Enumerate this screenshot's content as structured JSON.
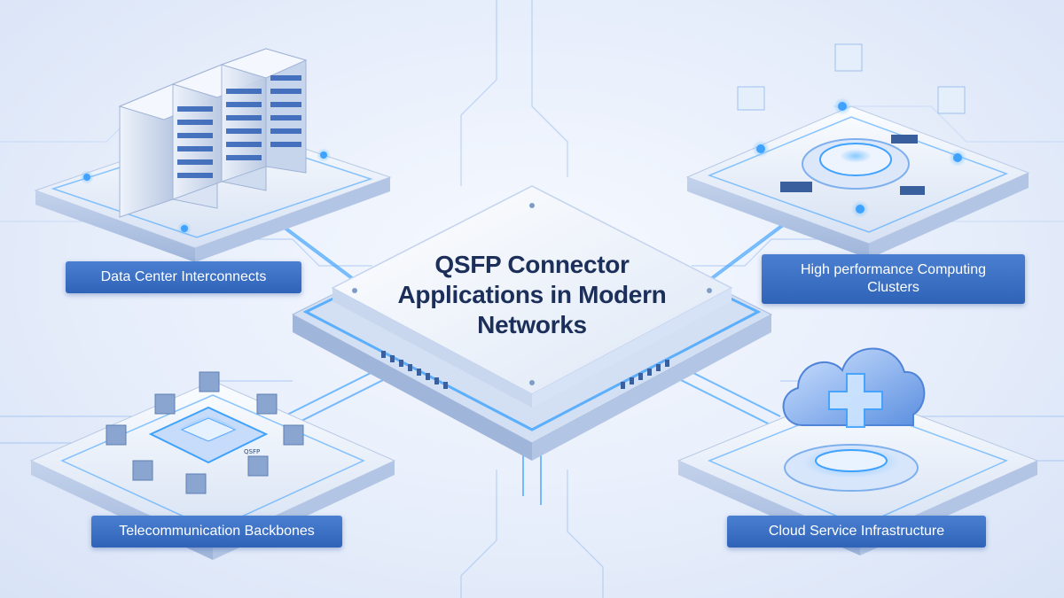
{
  "title": {
    "line1": "QSFP Connector",
    "line2": "Applications in Modern",
    "line3": "Networks"
  },
  "labels": {
    "data_center": "Data Center Interconnects",
    "hpc_line1": "High performance Computing",
    "hpc_line2": "Clusters",
    "telecom": "Telecommunication Backbones",
    "cloud": "Cloud Service Infrastructure"
  },
  "device_text": {
    "chip_marking": "QSFP"
  },
  "icons": [
    "server-rack-icon",
    "circuit-board-icon",
    "network-switch-icon",
    "cloud-plus-icon",
    "central-chip-icon"
  ],
  "colors": {
    "accent": "#2f63b8",
    "glow": "#3fa2ff",
    "title_text": "#1b2f5a",
    "background": "#e7eefb"
  }
}
